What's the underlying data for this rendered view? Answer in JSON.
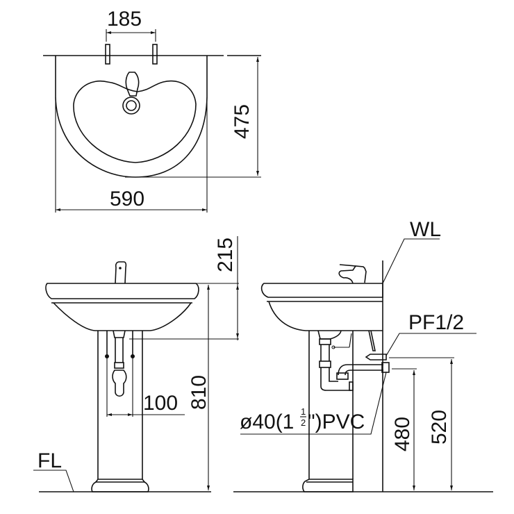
{
  "drawing": {
    "title": "Pedestal wash basin dimension drawing",
    "units": "mm",
    "line_color": "#111111",
    "background": "#ffffff"
  },
  "top_view": {
    "dims": {
      "tap_spacing": "185",
      "depth": "475",
      "width": "590"
    }
  },
  "front_view": {
    "dims": {
      "tap_height": "215",
      "rim_height": "810",
      "supply_spacing": "100"
    },
    "labels": {
      "floor_level": "FL"
    }
  },
  "side_view": {
    "dims": {
      "drain_height": "480",
      "supply_height": "520"
    },
    "labels": {
      "wall_line": "WL",
      "supply_fitting": "PF1/2",
      "drain_pipe_prefix": "ø40(1",
      "drain_pipe_frac_num": "1",
      "drain_pipe_frac_den": "2",
      "drain_pipe_suffix": "\")PVC"
    }
  }
}
